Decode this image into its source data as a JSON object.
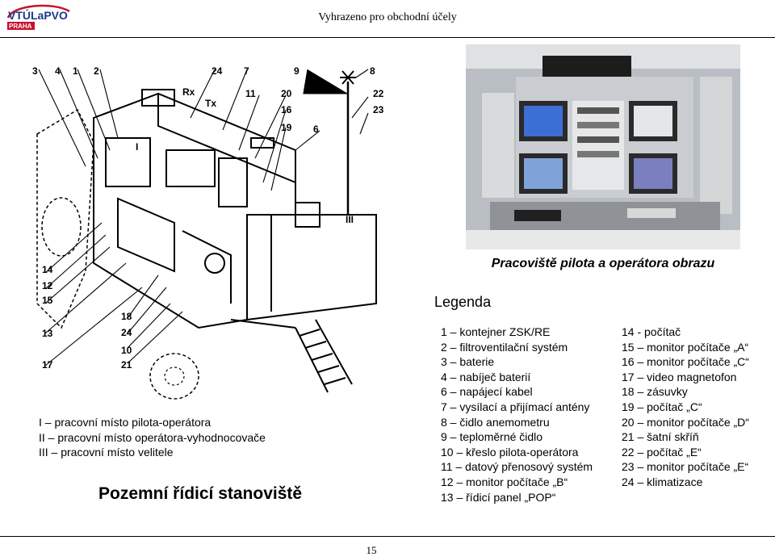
{
  "header": {
    "logo_text": "VTÚLaPVO",
    "logo_subtext": "PRAHA",
    "restriction": "Vyhrazeno pro obchodní účely"
  },
  "diagram": {
    "title": "Pozemní řídicí stanoviště",
    "callouts": [
      "3",
      "4",
      "1",
      "2",
      "24",
      "7",
      "11",
      "9",
      "8",
      "20",
      "16",
      "19",
      "6",
      "22",
      "23",
      "14",
      "12",
      "15",
      "18",
      "13",
      "24",
      "10",
      "17",
      "21",
      "Rx",
      "Tx",
      "I",
      "III"
    ],
    "workplaces": [
      "I – pracovní místo pilota-operátora",
      "II – pracovní místo operátora-vyhodnocovače",
      "III – pracovní místo velitele"
    ]
  },
  "photo": {
    "caption": "Pracoviště pilota a operátora obrazu"
  },
  "legend": {
    "title": "Legenda",
    "col1": [
      "1 – kontejner ZSK/RE",
      "2 – filtroventilační systém",
      "3 – baterie",
      "4 – nabíječ baterií",
      "6 – napájecí kabel",
      "7 – vysílací a přijímací antény",
      "8 – čidlo anemometru",
      "9 – teploměrné čidlo",
      "10 – křeslo pilota-operátora",
      "11 – datový přenosový systém",
      "12 – monitor počítače „B“",
      "13 – řídicí panel „POP“"
    ],
    "col2": [
      "14 - počítač",
      "15 – monitor počítače „A“",
      "16 – monitor počítače „C“",
      "17 – video magnetofon",
      "18 – zásuvky",
      "19 – počítač „C“",
      "20 – monitor počítače „D“",
      "21 – šatní skříň",
      "22 – počítač „E“",
      "23 – monitor počítače „E“",
      "24 – klimatizace"
    ]
  },
  "footer": {
    "page_number": "15"
  }
}
